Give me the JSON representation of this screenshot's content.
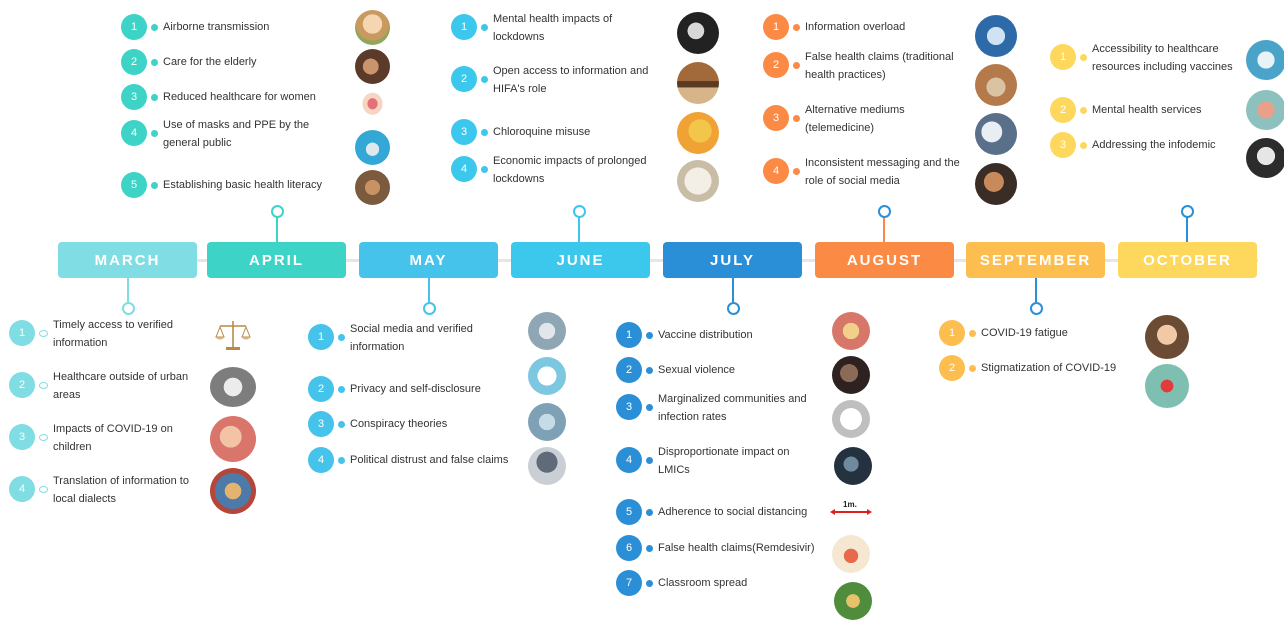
{
  "colors": {
    "march": "#7fdde3",
    "april": "#3dd3c6",
    "may": "#45c3ea",
    "june": "#3cc8ec",
    "july": "#2b8fd8",
    "august": "#fb8a45",
    "september": "#fdbe50",
    "october": "#fdd85c"
  },
  "months": [
    "MARCH",
    "APRIL",
    "MAY",
    "JUNE",
    "JULY",
    "AUGUST",
    "SEPTEMBER",
    "OCTOBER"
  ],
  "april": [
    {
      "n": "1",
      "text": "Airborne transmission"
    },
    {
      "n": "2",
      "text": "Care for the elderly"
    },
    {
      "n": "3",
      "text": "Reduced healthcare for women"
    },
    {
      "n": "4",
      "text": "Use of masks and PPE by the general public"
    },
    {
      "n": "5",
      "text": "Establishing basic health literacy"
    }
  ],
  "june": [
    {
      "n": "1",
      "text": "Mental health impacts of lockdowns"
    },
    {
      "n": "2",
      "text": "Open access to information and HIFA's role"
    },
    {
      "n": "3",
      "text": "Chloroquine misuse"
    },
    {
      "n": "4",
      "text": "Economic impacts of prolonged lockdowns"
    }
  ],
  "august": [
    {
      "n": "1",
      "text": "Information overload"
    },
    {
      "n": "2",
      "text": "False health claims (traditional health practices)"
    },
    {
      "n": "3",
      "text": "Alternative mediums (telemedicine)"
    },
    {
      "n": "4",
      "text": "Inconsistent messaging and the role of social media"
    }
  ],
  "october": [
    {
      "n": "1",
      "text": "Accessibility to healthcare resources including vaccines"
    },
    {
      "n": "2",
      "text": "Mental health services"
    },
    {
      "n": "3",
      "text": "Addressing the infodemic"
    }
  ],
  "march": [
    {
      "n": "1",
      "text": "Timely access to verified information"
    },
    {
      "n": "2",
      "text": "Healthcare outside of urban areas"
    },
    {
      "n": "3",
      "text": "Impacts of COVID-19 on children"
    },
    {
      "n": "4",
      "text": "Translation of information to local dialects"
    }
  ],
  "may": [
    {
      "n": "1",
      "text": "Social media and verified information"
    },
    {
      "n": "2",
      "text": "Privacy and self-disclosure"
    },
    {
      "n": "3",
      "text": "Conspiracy theories"
    },
    {
      "n": "4",
      "text": "Political distrust and false claims"
    }
  ],
  "july": [
    {
      "n": "1",
      "text": "Vaccine distribution"
    },
    {
      "n": "2",
      "text": "Sexual violence"
    },
    {
      "n": "3",
      "text": "Marginalized communities and infection rates"
    },
    {
      "n": "4",
      "text": "Disproportionate impact on LMICs"
    },
    {
      "n": "5",
      "text": "Adherence to social distancing"
    },
    {
      "n": "6",
      "text": "False health claims(Remdesivir)"
    },
    {
      "n": "7",
      "text": "Classroom spread"
    }
  ],
  "september": [
    {
      "n": "1",
      "text": "COVID-19 fatigue"
    },
    {
      "n": "2",
      "text": "Stigmatization of COVID-19"
    }
  ],
  "distance_sign": "1m."
}
